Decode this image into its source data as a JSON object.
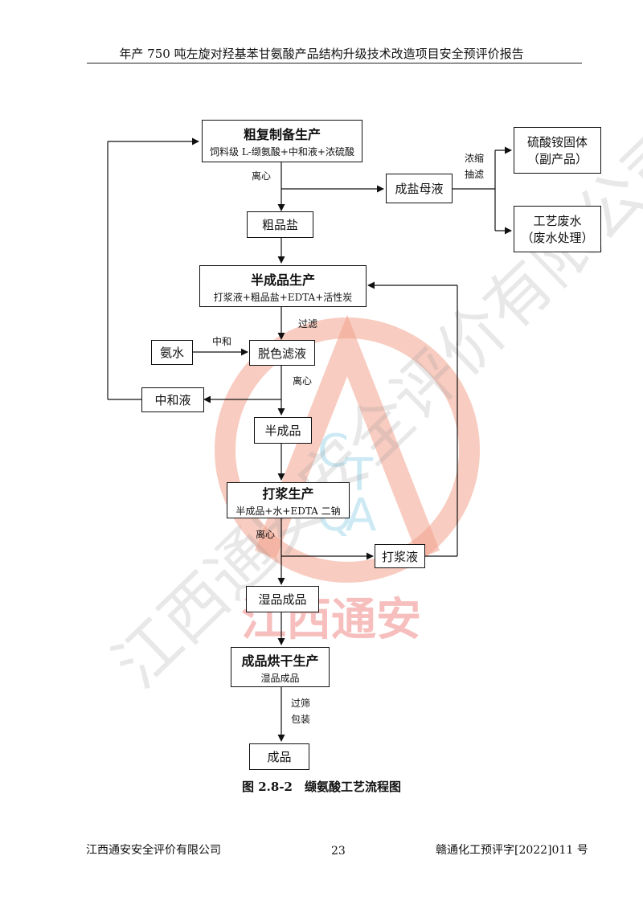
{
  "header": {
    "title": "年产 750 吨左旋对羟基苯甘氨酸产品结构升级技术改造项目安全预评价报告"
  },
  "watermark": {
    "text": "江西通安",
    "arc_text": "江西通安安全评价有限公司",
    "logo_letters": "C Q T A",
    "color": "#e8735a"
  },
  "diagram": {
    "nodes": {
      "crude_prep": {
        "title": "粗复制备生产",
        "sub": "饲料级 L-缬氨酸+中和液+浓硫酸"
      },
      "mother_liquor": {
        "title": "成盐母液"
      },
      "ammonium_sulfate": {
        "line1": "硫酸铵固体",
        "line2": "（副产品）"
      },
      "process_wastewater": {
        "line1": "工艺废水",
        "line2": "（废水处理）"
      },
      "crude_salt": {
        "title": "粗品盐"
      },
      "semi_prep": {
        "title": "半成品生产",
        "sub": "打浆液+粗品盐+EDTA+活性炭"
      },
      "ammonia": {
        "title": "氨水"
      },
      "decolor_filtrate": {
        "title": "脱色滤液"
      },
      "neutral_liquid": {
        "title": "中和液"
      },
      "semi_product": {
        "title": "半成品"
      },
      "slurry_prep": {
        "title": "打浆生产",
        "sub": "半成品+水+EDTA 二钠"
      },
      "slurry_liquid": {
        "title": "打浆液"
      },
      "wet_product": {
        "title": "湿品成品"
      },
      "drying": {
        "title": "成品烘干生产",
        "sub": "湿品成品"
      },
      "final_product": {
        "title": "成品"
      }
    },
    "labels": {
      "centrifuge1": "离心",
      "concentrate": "浓缩",
      "suction_filter": "抽滤",
      "filter": "过滤",
      "neutralize": "中和",
      "centrifuge2": "离心",
      "centrifuge3": "离心",
      "sieve": "过筛",
      "pack": "包装"
    }
  },
  "caption": "图 2.8-2　缬氨酸工艺流程图",
  "footer": {
    "company": "江西通安安全评价有限公司",
    "page": "23",
    "doc_no": "赣通化工预评字[2022]011 号"
  }
}
